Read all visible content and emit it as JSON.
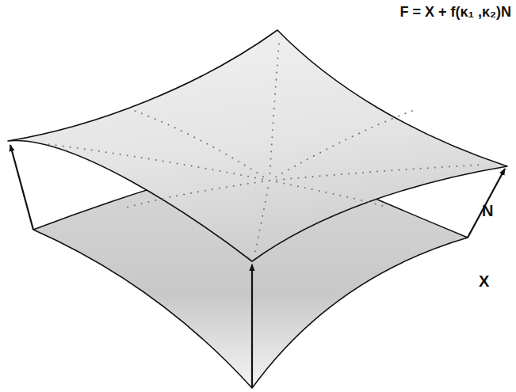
{
  "diagram": {
    "labels": [
      "F = X + f(κ₁ ,κ₂)N",
      "N",
      "X"
    ]
  }
}
